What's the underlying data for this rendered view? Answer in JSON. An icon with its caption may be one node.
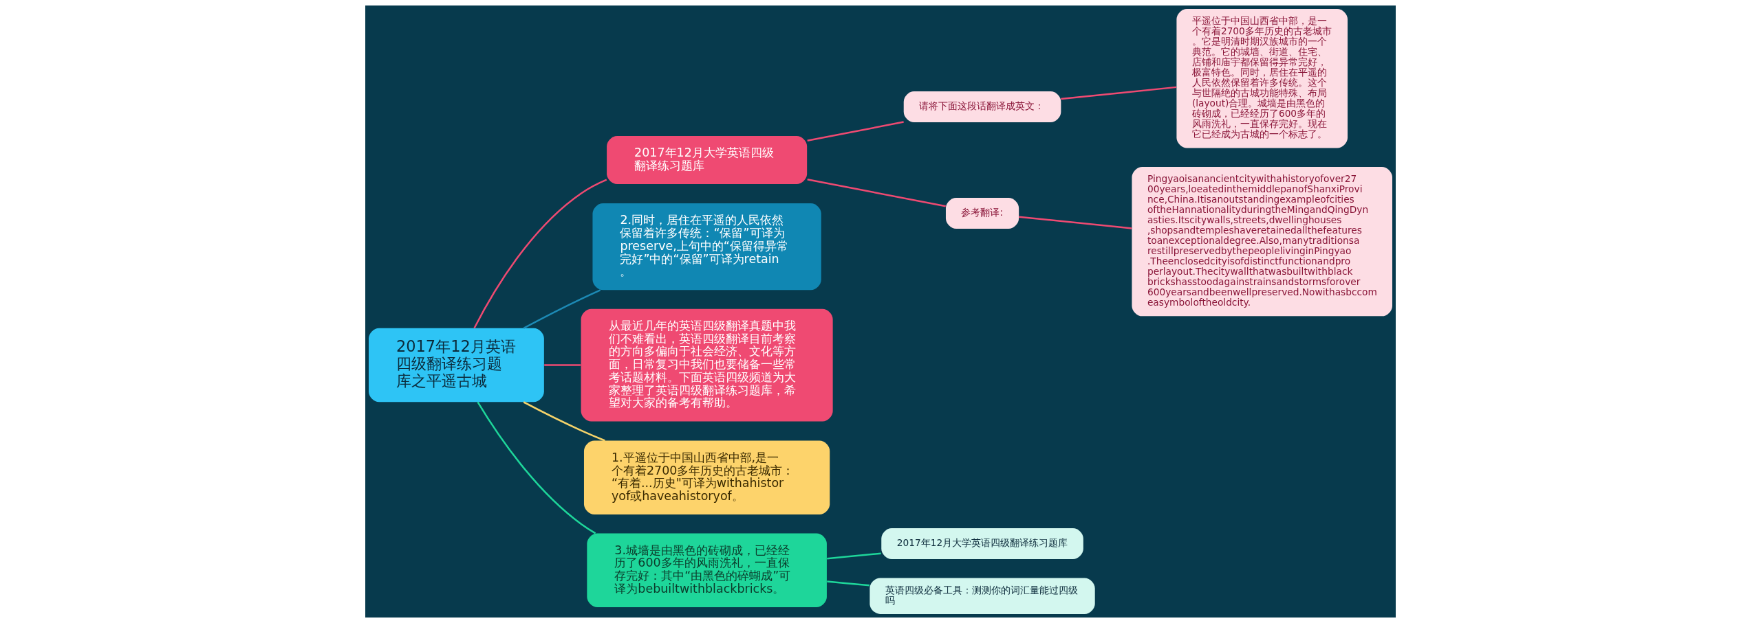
{
  "diagram": {
    "nodes": [
      {
        "text": [
          "2017年12月英语四级翻译练习题库之平遥古城"
        ]
      },
      {
        "text": [
          "2017年12月大学英语四级翻译练习题库"
        ]
      },
      {
        "text": [
          "请将下面这段话翻译成英文："
        ]
      },
      {
        "text": [
          "平遥位于中国山西省中部，是一个有着2700多年历史的古老城市。它是明清时期汉族城市的一个典范。它的城墙、街道、住宅、店铺和庙宇都保留得异常完好，极富特色。同时，居住在平遥的人民依然保留着许多传统。这个与世隔绝的古城功能特殊、布局(layout)合理。城墙是由黑色的砖砌成，已经经历了600多年的风雨洗礼，一直保存完好。现在它已经成为古城的一个标志了。"
        ]
      },
      {
        "text": [
          "参考翻译:"
        ]
      },
      {
        "text": [
          "Pingyaoisanancientcitywithahistoryofover2700years,loeatedinthemiddlepanofShanxiProvince,China.ItisanoutstandingexampleofcitiesoftheHannationalityduringtheMingandQingDynasties.Itscitywalls,streets,dwellinghouses,shopsandtempleshaveretainedallthefeaturestoanexceptionaldegree.Also,manytraditionsarestillpreservedbythepeoplelivinginPingyao.Theenclosedcityisofdistinctfunctionandproperlayout.Thecitywallthatwasbuiltwithblackbrickshasstoodagainstrainsandstormsforover600yearsandbeenwellpreserved.Nowithasbccomeasymboloftheoldcity."
        ]
      },
      {
        "text": [
          "2.同时，居住在平遥的人民依然保留着许多传统：“保留”可译为preserve,上句中的“保留得异常完好”中的“保留”可译为retain。"
        ]
      },
      {
        "text": [
          "从最近几年的英语四级翻译真题中我们不难看出，英语四级翻译目前考察的方向多偏向于社会经济、文化等方面，日常复习中我们也要储备一些常考话题材料。下面英语四级频道为大家整理了英语四级翻译练习题库，希望对大家的备考有帮助。"
        ]
      },
      {
        "text": [
          "1.平遥位于中国山西省中部,是一个有着2700多年历史的古老城市：“有着...历史\"可译为withahistoryof或haveahistoryof。"
        ]
      },
      {
        "text": [
          "3.城墙是由黑色的砖砌成，已经经历了600多年的风雨洗礼，一直保存完好：其中“由黑色的碎蝴成”可译为bebuiltwithblackbricks。"
        ]
      },
      {
        "text": [
          "2017年12月大学英语四级翻译练习题库"
        ]
      },
      {
        "text": [
          "英语四级必备工具：测测你的词汇量能过四级吗"
        ]
      }
    ],
    "edges": [
      {
        "from": 0,
        "to": 1,
        "arrow": "none"
      },
      {
        "from": 1,
        "to": 2,
        "arrow": "none"
      },
      {
        "from": 2,
        "to": 3,
        "arrow": "none"
      },
      {
        "from": 1,
        "to": 4,
        "arrow": "none"
      },
      {
        "from": 4,
        "to": 5,
        "arrow": "none"
      },
      {
        "from": 0,
        "to": 6,
        "arrow": "none",
        "color": "#1d8ab5"
      },
      {
        "from": 0,
        "to": 7,
        "arrow": "none"
      },
      {
        "from": 0,
        "to": 8,
        "arrow": "none",
        "color": "#f5d36a"
      },
      {
        "from": 0,
        "to": 9,
        "arrow": "none",
        "color": "#1ed69a"
      },
      {
        "from": 9,
        "to": 10,
        "arrow": "none",
        "color": "#1ed69a"
      },
      {
        "from": 9,
        "to": 11,
        "arrow": "none",
        "color": "#1ed69a"
      }
    ]
  }
}
